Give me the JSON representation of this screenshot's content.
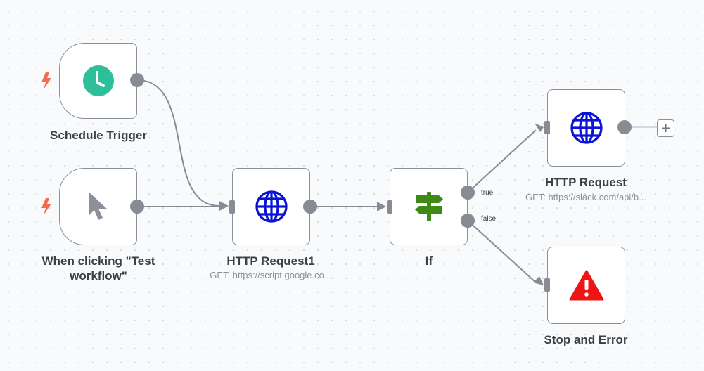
{
  "nodes": {
    "schedule_trigger": {
      "label": "Schedule Trigger"
    },
    "manual_trigger": {
      "label": "When clicking \"Test workflow\""
    },
    "http_request1": {
      "label": "HTTP Request1",
      "subtitle": "GET: https://script.google.co..."
    },
    "if_node": {
      "label": "If",
      "output_true": "true",
      "output_false": "false"
    },
    "http_request": {
      "label": "HTTP Request",
      "subtitle": "GET: https://slack.com/api/b..."
    },
    "stop_error": {
      "label": "Stop and Error"
    }
  },
  "icons": {
    "schedule_trigger": "clock-icon",
    "manual_trigger": "cursor-icon",
    "http_request1": "globe-icon",
    "if_node": "signpost-icon",
    "http_request": "globe-icon",
    "stop_error": "warning-icon",
    "trigger_marker": "bolt-icon",
    "add_node": "plus-icon"
  },
  "colors": {
    "clock": "#2dbf9a",
    "globe": "#0a14d4",
    "signpost": "#3f8a17",
    "warning": "#f01515",
    "bolt": "#f26a4f",
    "edge": "#878b93",
    "node_border": "#8a8f99"
  }
}
